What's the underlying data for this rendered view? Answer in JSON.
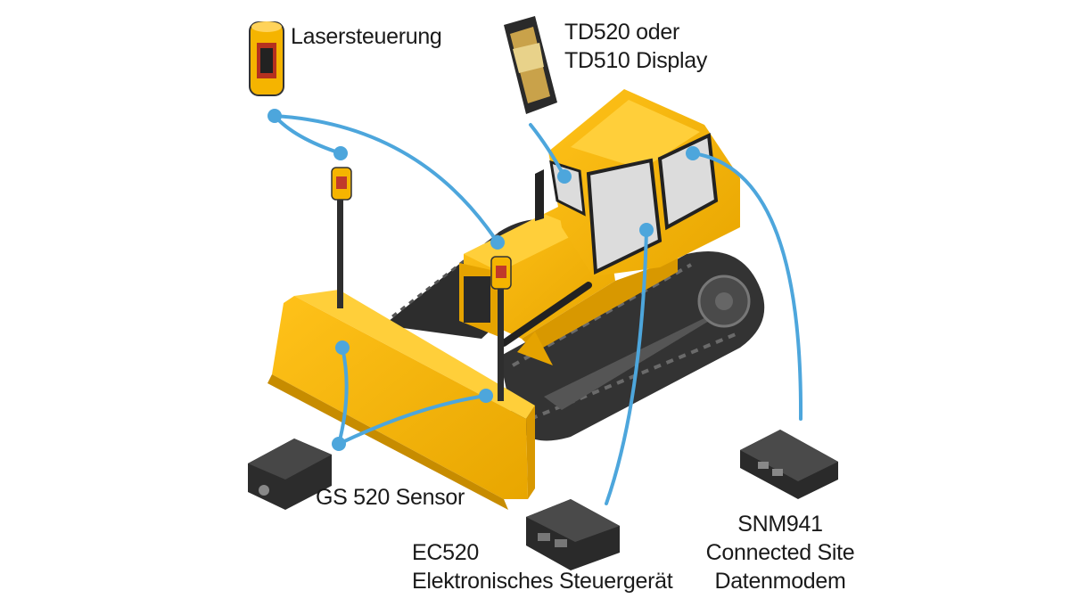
{
  "labels": {
    "laser": "Lasersteuerung",
    "display_line1": "TD520 oder",
    "display_line2": "TD510 Display",
    "gs_sensor": "GS 520 Sensor",
    "ec_line1": "EC520",
    "ec_line2": "Elektronisches Steuergerät",
    "snm_line1": "SNM941",
    "snm_line2": "Connected Site",
    "snm_line3": "Datenmodem"
  },
  "colors": {
    "machine_yellow": "#f5b400",
    "machine_dark_yellow": "#d89800",
    "track_dark": "#3a3a3a",
    "connector_blue": "#4da6dc",
    "window_grey": "#dcdcdc"
  }
}
